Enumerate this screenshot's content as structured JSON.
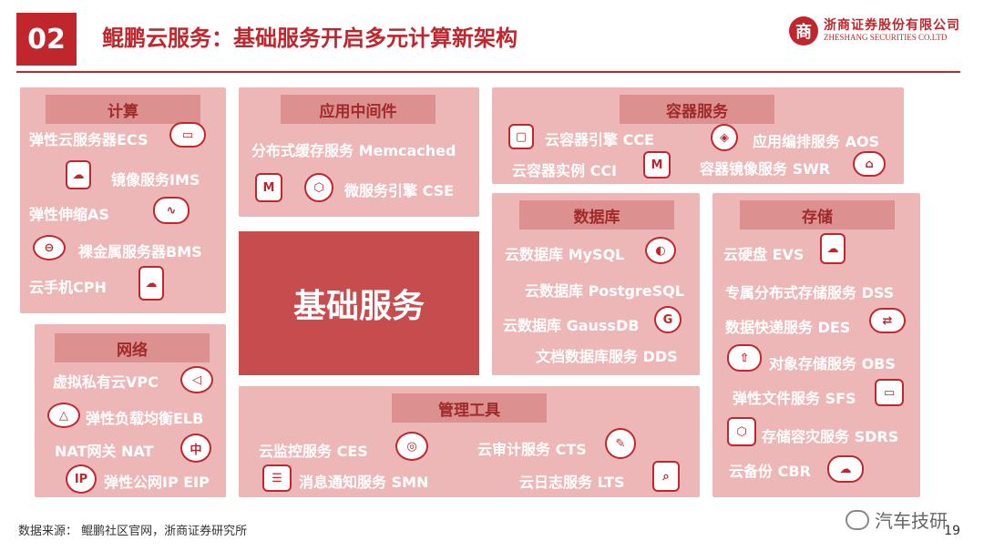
{
  "header": {
    "section_num": "02",
    "title": "鲲鹏云服务：基础服务开启多元计算新架构",
    "brand_cn": "浙商证券股份有限公司",
    "brand_en": "ZHESHANG SECURITIES CO.LTD"
  },
  "core_label": "基础服务",
  "compute": {
    "title": "计算",
    "items": [
      "弹性云服务器ECS",
      "镜像服务IMS",
      "弹性伸缩AS",
      "裸金属服务器BMS",
      "云手机CPH"
    ]
  },
  "middleware": {
    "title": "应用中间件",
    "items": [
      "分布式缓存服务 Memcached",
      "微服务引擎 CSE"
    ]
  },
  "container": {
    "title": "容器服务",
    "items": [
      "云容器引擎 CCE",
      "应用编排服务 AOS",
      "云容器实例 CCI",
      "容器镜像服务 SWR"
    ]
  },
  "database": {
    "title": "数据库",
    "items": [
      "云数据库 MySQL",
      "云数据库 PostgreSQL",
      "云数据库 GaussDB",
      "文档数据库服务 DDS"
    ]
  },
  "storage": {
    "title": "存储",
    "items": [
      "云硬盘 EVS",
      "专属分布式存储服务 DSS",
      "数据快递服务 DES",
      "对象存储服务 OBS",
      "弹性文件服务 SFS",
      "存储容灾服务 SDRS",
      "云备份 CBR"
    ]
  },
  "network": {
    "title": "网络",
    "items": [
      "虚拟私有云VPC",
      "弹性负载均衡ELB",
      "NAT网关 NAT",
      "弹性公网IP EIP"
    ]
  },
  "mgmt": {
    "title": "管理工具",
    "items": [
      "云监控服务 CES",
      "云审计服务 CTS",
      "消息通知服务 SMN",
      "云日志服务 LTS"
    ]
  },
  "footer": {
    "source": "数据来源：   鲲鹏社区官网，浙商证券研究所",
    "page": "19",
    "watermark": "汽车技研"
  }
}
